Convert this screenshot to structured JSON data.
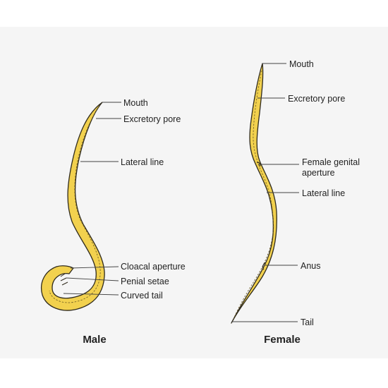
{
  "male": {
    "caption": "Male",
    "labels": {
      "mouth": "Mouth",
      "excretory_pore": "Excretory pore",
      "lateral_line": "Lateral line",
      "cloacal_aperture": "Cloacal aperture",
      "penial_setae": "Penial setae",
      "curved_tail": "Curved tail"
    }
  },
  "female": {
    "caption": "Female",
    "labels": {
      "mouth": "Mouth",
      "excretory_pore": "Excretory pore",
      "genital_aperture_line1": "Female genital",
      "genital_aperture_line2": "aperture",
      "lateral_line": "Lateral line",
      "anus": "Anus",
      "tail": "Tail"
    }
  },
  "colors": {
    "worm_fill": "#f2d14e",
    "outline": "#2f2a1c",
    "panel_bg": "#f5f5f5"
  }
}
